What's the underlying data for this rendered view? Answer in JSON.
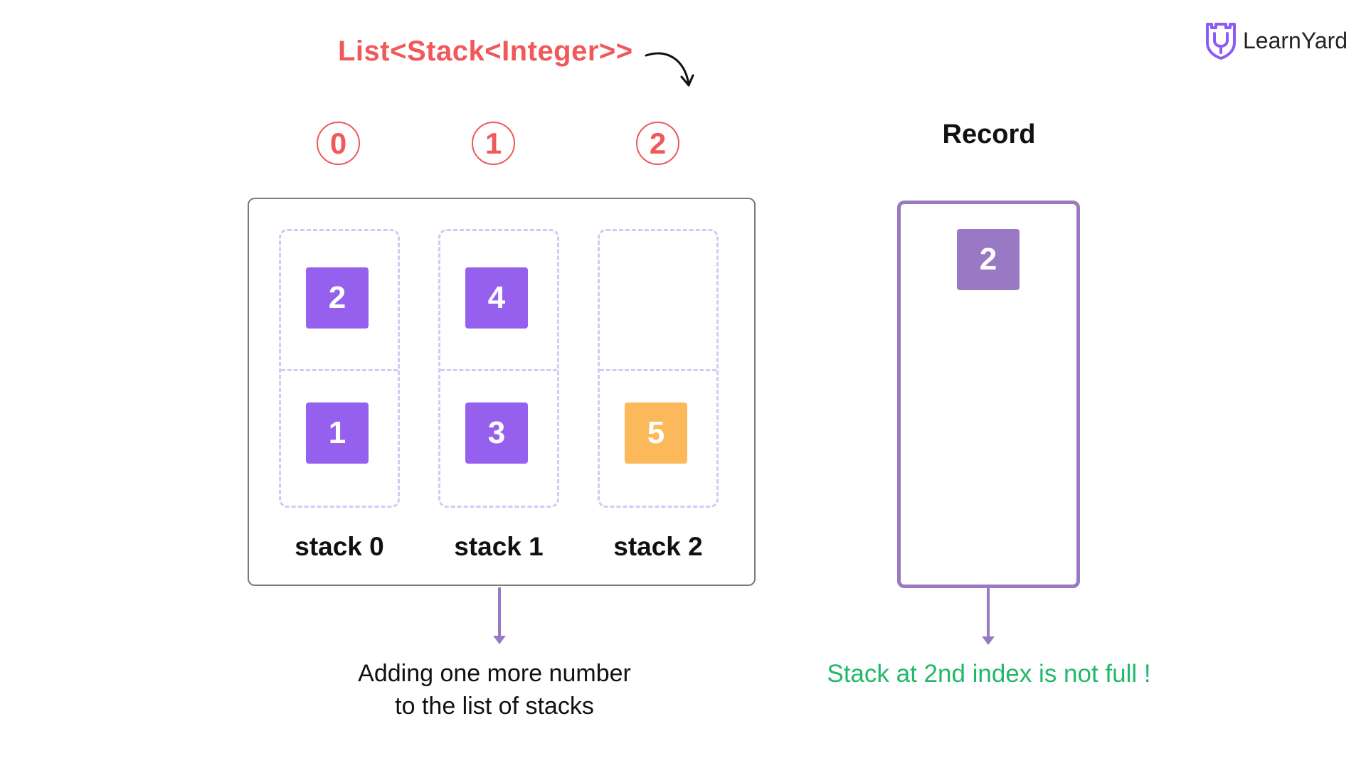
{
  "header": {
    "type_label": "List<Stack<Integer>>"
  },
  "logo": {
    "text": "LearnYard",
    "icon": "shield-y-icon",
    "color": "#8a5cf5"
  },
  "list": {
    "indices": [
      "0",
      "1",
      "2"
    ],
    "stacks": [
      {
        "name": "stack 0",
        "top": "2",
        "bottom": "1"
      },
      {
        "name": "stack 1",
        "top": "4",
        "bottom": "3"
      },
      {
        "name": "stack 2",
        "top": "",
        "bottom": "5"
      }
    ],
    "caption_line1": "Adding one more number",
    "caption_line2": "to the list of stacks"
  },
  "record": {
    "title": "Record",
    "value": "2",
    "caption": "Stack at 2nd index is not full !"
  },
  "colors": {
    "accent_red": "#f0585a",
    "purple": "#9660ef",
    "orange": "#fbb95b",
    "record_purple": "#9a79c4",
    "green": "#22b86a"
  }
}
